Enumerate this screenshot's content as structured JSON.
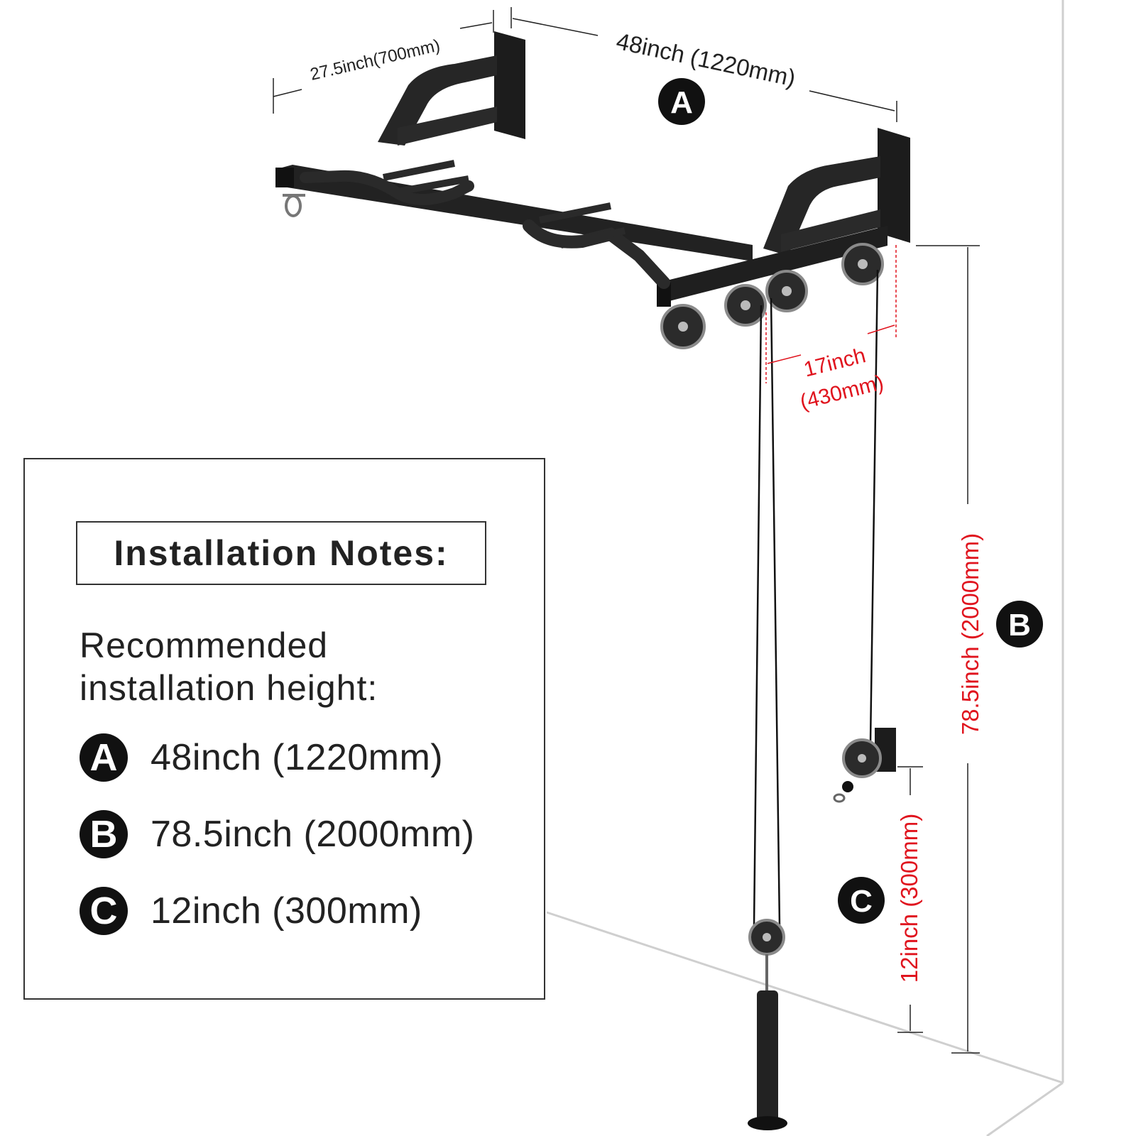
{
  "dimensions": {
    "depth": "27.5inch(700mm)",
    "width": "48inch (1220mm)",
    "pulley_spacing_line1": "17inch",
    "pulley_spacing_line2": "(430mm)",
    "height_b": "78.5inch (2000mm)",
    "height_c": "12inch (300mm)"
  },
  "badges": {
    "a": "A",
    "b": "B",
    "c": "C"
  },
  "notes": {
    "title": "Installation Notes:",
    "subtitle_line1": "Recommended",
    "subtitle_line2": "installation height:",
    "items": [
      {
        "badge": "A",
        "value": "48inch (1220mm)"
      },
      {
        "badge": "B",
        "value": "78.5inch (2000mm)"
      },
      {
        "badge": "C",
        "value": "12inch (300mm)"
      }
    ]
  },
  "colors": {
    "accent_red": "#e0141e",
    "metal": "#1e1e1e",
    "badge": "#111111"
  }
}
